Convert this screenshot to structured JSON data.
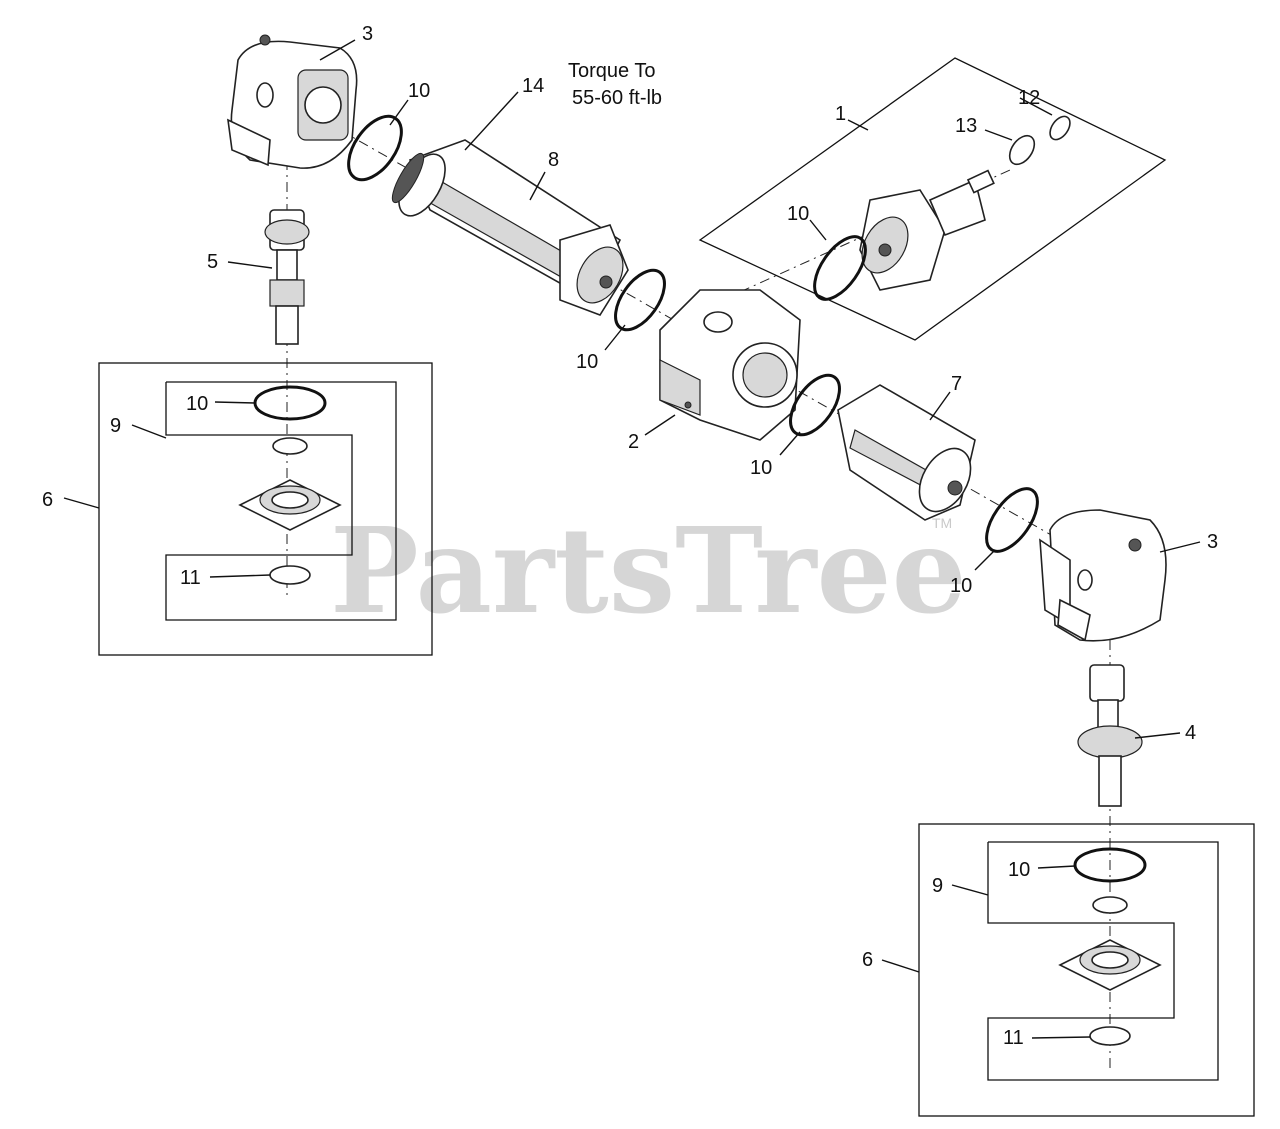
{
  "watermark": {
    "text": "PartsTree",
    "trademark": "TM"
  },
  "note": {
    "line1": "Torque To",
    "line2": "55-60 ft-lb"
  },
  "callouts": {
    "c1": "1",
    "c2": "2",
    "c3a": "3",
    "c3b": "3",
    "c4": "4",
    "c5": "5",
    "c6a": "6",
    "c6b": "6",
    "c7": "7",
    "c8": "8",
    "c9a": "9",
    "c9b": "9",
    "c10a": "10",
    "c10b": "10",
    "c10c": "10",
    "c10d": "10",
    "c10e": "10",
    "c10f": "10",
    "c10g": "10",
    "c11a": "11",
    "c11b": "11",
    "c12": "12",
    "c13": "13",
    "c14": "14"
  }
}
